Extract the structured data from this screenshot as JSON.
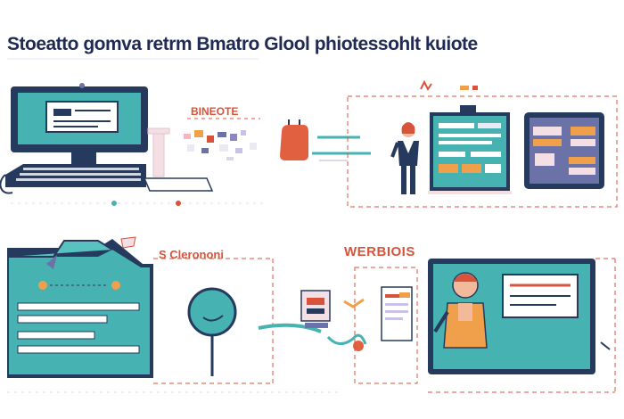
{
  "title": "Stoeatto gomva retrm Bmatro Glool phiotessohlt kuiote",
  "labels": {
    "computer_note": "BINEOTE",
    "folder_note": "S Clerononi",
    "web_note": "WERBIOIS"
  },
  "colors": {
    "teal": "#46b3b2",
    "navy": "#263a5e",
    "accent_red": "#d9533a",
    "orange": "#f0a04b",
    "lavender": "#6a72a8"
  }
}
